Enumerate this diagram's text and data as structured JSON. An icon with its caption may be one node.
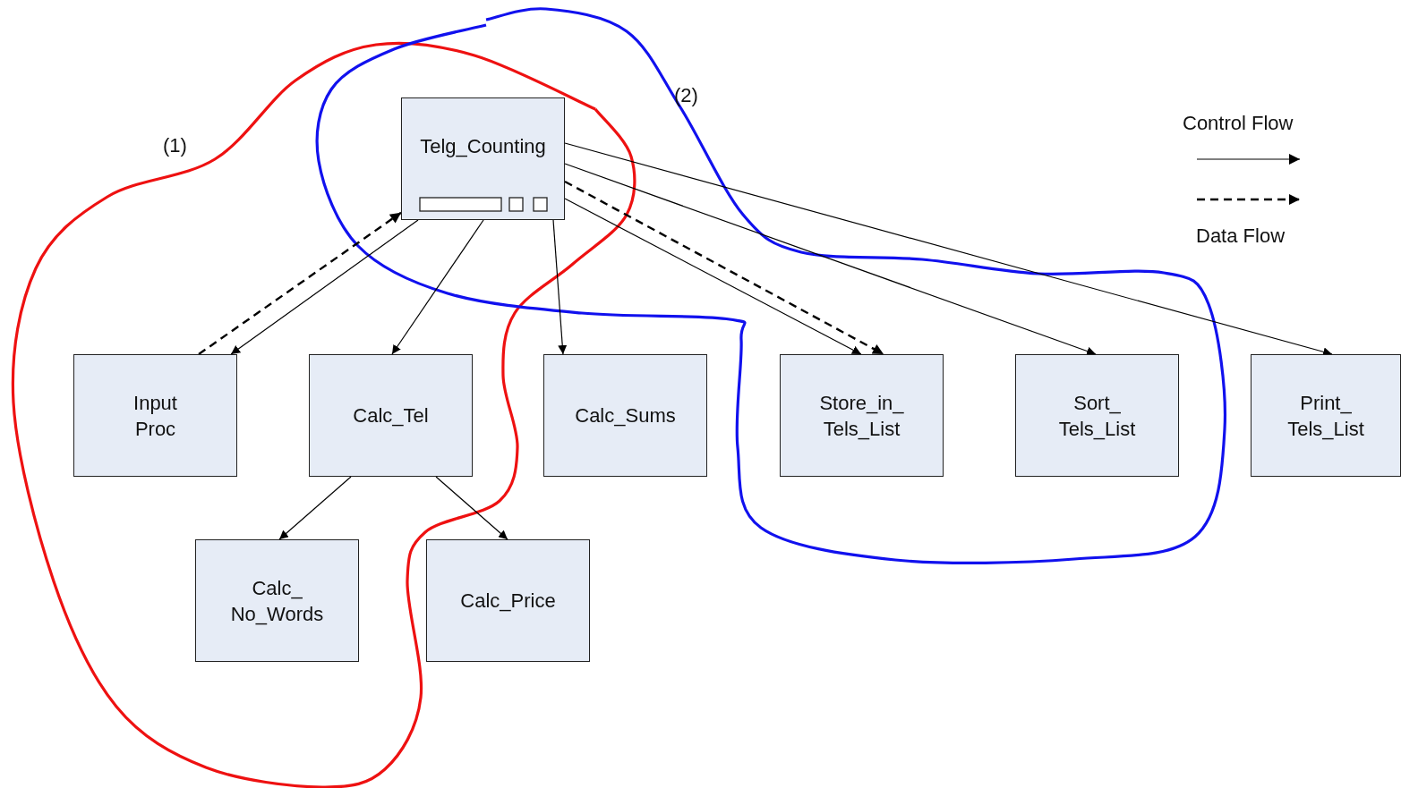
{
  "diagram": {
    "nodes": [
      {
        "text": [
          "Telg_Counting"
        ]
      },
      {
        "text": [
          "Input Proc"
        ]
      },
      {
        "text": [
          "Calc_Tel"
        ]
      },
      {
        "text": [
          "Calc_Sums"
        ]
      },
      {
        "text": [
          "Store_in_ Tels_List"
        ]
      },
      {
        "text": [
          "Sort_ Tels_List"
        ]
      },
      {
        "text": [
          "Print_ Tels_List"
        ]
      },
      {
        "text": [
          "Calc_ No_Words"
        ]
      },
      {
        "text": [
          "Calc_Price"
        ]
      }
    ],
    "edges": [
      {
        "from": 1,
        "to": 0,
        "arrow": "to",
        "style": "dashed"
      },
      {
        "from": 0,
        "to": 1,
        "arrow": "to"
      },
      {
        "from": 0,
        "to": 2,
        "arrow": "to"
      },
      {
        "from": 0,
        "to": 3,
        "arrow": "to"
      },
      {
        "from": 0,
        "to": 4,
        "arrow": "to",
        "style": "dashed"
      },
      {
        "from": 0,
        "to": 4,
        "arrow": "to"
      },
      {
        "from": 0,
        "to": 5,
        "arrow": "to"
      },
      {
        "from": 0,
        "to": 6,
        "arrow": "to"
      },
      {
        "from": 2,
        "to": 7,
        "arrow": "to"
      },
      {
        "from": 2,
        "to": 8,
        "arrow": "to"
      }
    ],
    "labels": [
      "(2)",
      "(1)"
    ],
    "legend": [
      {
        "text": "Control Flow"
      },
      {
        "text": "Data Flow"
      }
    ]
  }
}
